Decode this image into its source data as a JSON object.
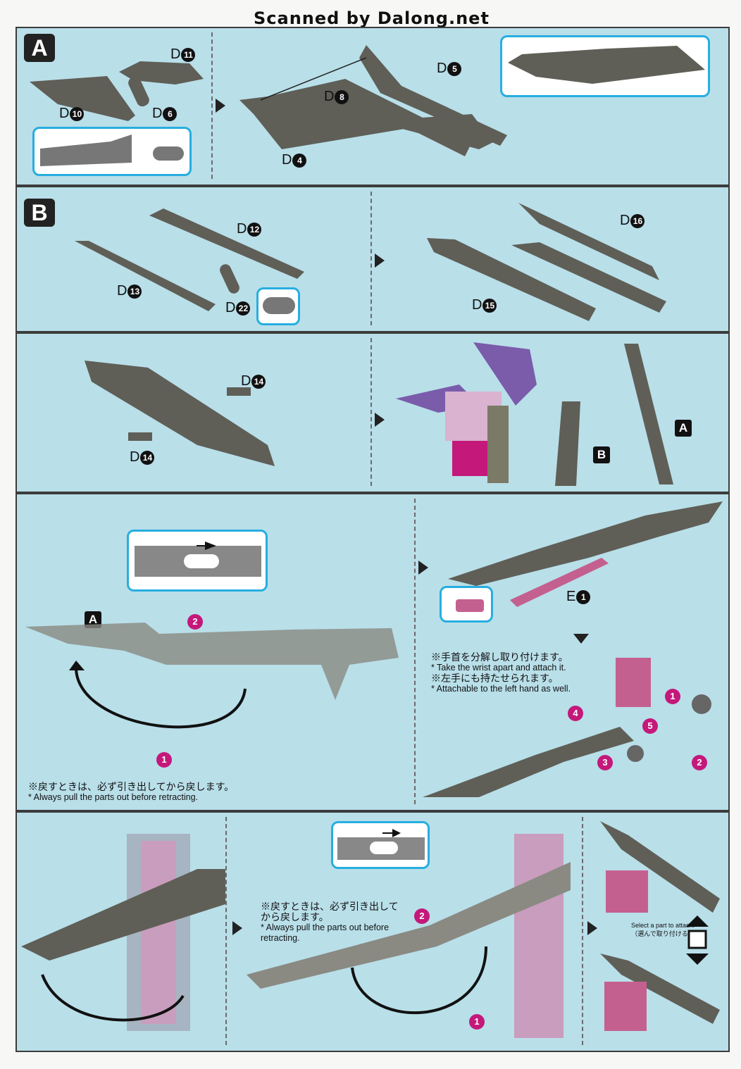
{
  "header": {
    "scan_credit": "Scanned by Dalong.net"
  },
  "steps": {
    "A": "A",
    "B": "B"
  },
  "parts": {
    "d11": {
      "letter": "D",
      "num": "11"
    },
    "d10": {
      "letter": "D",
      "num": "10"
    },
    "d6": {
      "letter": "D",
      "num": "6"
    },
    "d5": {
      "letter": "D",
      "num": "5"
    },
    "d8": {
      "letter": "D",
      "num": "8"
    },
    "d4": {
      "letter": "D",
      "num": "4"
    },
    "d12": {
      "letter": "D",
      "num": "12"
    },
    "d13": {
      "letter": "D",
      "num": "13"
    },
    "d22": {
      "letter": "D",
      "num": "22"
    },
    "d16": {
      "letter": "D",
      "num": "16"
    },
    "d15": {
      "letter": "D",
      "num": "15"
    },
    "d14a": {
      "letter": "D",
      "num": "14"
    },
    "d14b": {
      "letter": "D",
      "num": "14"
    },
    "e1": {
      "letter": "E",
      "num": "1"
    }
  },
  "markers": {
    "a": "A",
    "b": "B",
    "a2": "A"
  },
  "numbers": {
    "n1": "1",
    "n2": "2",
    "n3": "3",
    "n4": "4",
    "n5": "5"
  },
  "notes": {
    "retract_jp": "※戻すときは、必ず引き出してから戻します。",
    "retract_en": "* Always pull the parts out before retracting.",
    "wrist_jp": "※手首を分解し取り付けます。",
    "wrist_en": "* Take the wrist apart and attach it.",
    "left_jp": "※左手にも持たせられます。",
    "left_en": "* Attachable to the left hand as well.",
    "retract2_jp1": "※戻すときは、必ず引き出して",
    "retract2_jp2": "から戻します。",
    "retract2_en1": "* Always pull the parts out before",
    "retract2_en2": "retracting.",
    "select_en": "Select a part to attach.",
    "select_jp": "（選んで取り付ける）"
  },
  "colors": {
    "panel": "#b9dfe9",
    "part": "#5f5f57",
    "accent": "#c4187a",
    "callout": "#27aee0"
  }
}
